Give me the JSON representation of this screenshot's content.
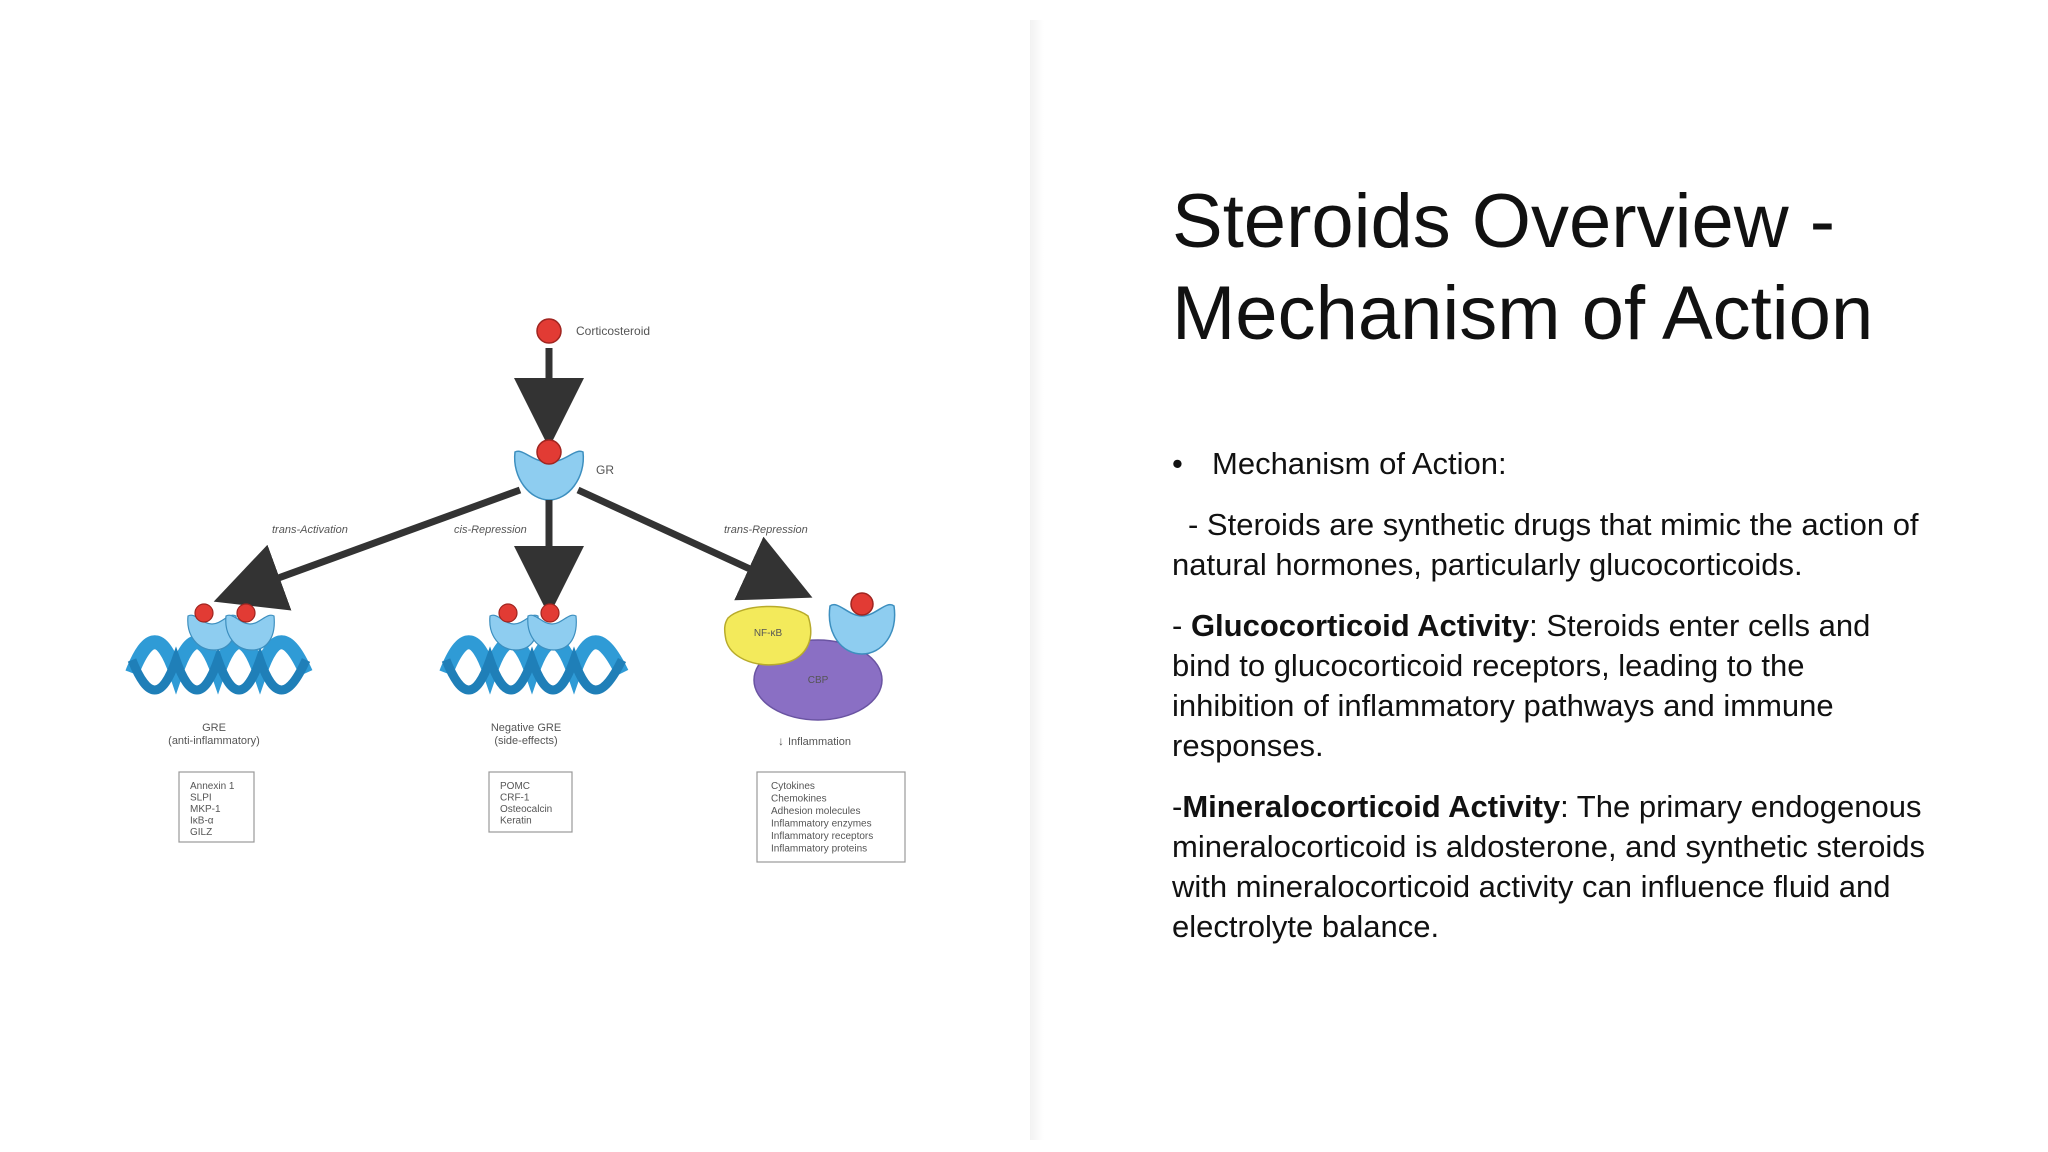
{
  "slide": {
    "title_line1": "Steroids Overview -",
    "title_line2": "Mechanism of Action"
  },
  "content": {
    "bullet_symbol": "•",
    "bullet_heading": "Mechanism of Action:",
    "para1": "- Steroids are synthetic drugs that mimic the action of natural hormones, particularly glucocorticoids.",
    "para2_prefix": "- ",
    "para2_bold": "Glucocorticoid Activity",
    "para2_rest": ": Steroids enter cells and bind to glucocorticoid receptors, leading to the inhibition of inflammatory pathways and immune responses.",
    "para3_prefix": "-",
    "para3_bold": "Mineralocorticoid Activity",
    "para3_rest": ": The primary endogenous mineralocorticoid is aldosterone, and synthetic steroids with mineralocorticoid activity can influence fluid and electrolyte balance."
  },
  "diagram": {
    "top_label": "Corticosteroid",
    "receptor_label": "GR",
    "branch_left_label": "trans-Activation",
    "branch_mid_label": "cis-Repression",
    "branch_right_label": "trans-Repression",
    "left_title": "GRE",
    "left_subtitle": "(anti-inflammatory)",
    "mid_title": "Negative GRE",
    "mid_subtitle": "(side-effects)",
    "nfkb_label": "NF-κB",
    "cbp_label": "CBP",
    "inflammation_label": "Inflammation",
    "inflammation_arrow": "↓",
    "left_genes": [
      "Annexin 1",
      "SLPI",
      "MKP-1",
      "IκB-α",
      "GILZ"
    ],
    "mid_genes": [
      "POMC",
      "CRF-1",
      "Osteocalcin",
      "Keratin"
    ],
    "right_genes": [
      "Cytokines",
      "Chemokines",
      "Adhesion molecules",
      "Inflammatory enzymes",
      "Inflammatory receptors",
      "Inflammatory proteins"
    ],
    "colors": {
      "steroid": "#e23b34",
      "receptor": "#8ecdf0",
      "dna": "#2f9bd6",
      "nfkb": "#f3ea5b",
      "cbp": "#8a6fc4",
      "arrow": "#333333"
    }
  }
}
